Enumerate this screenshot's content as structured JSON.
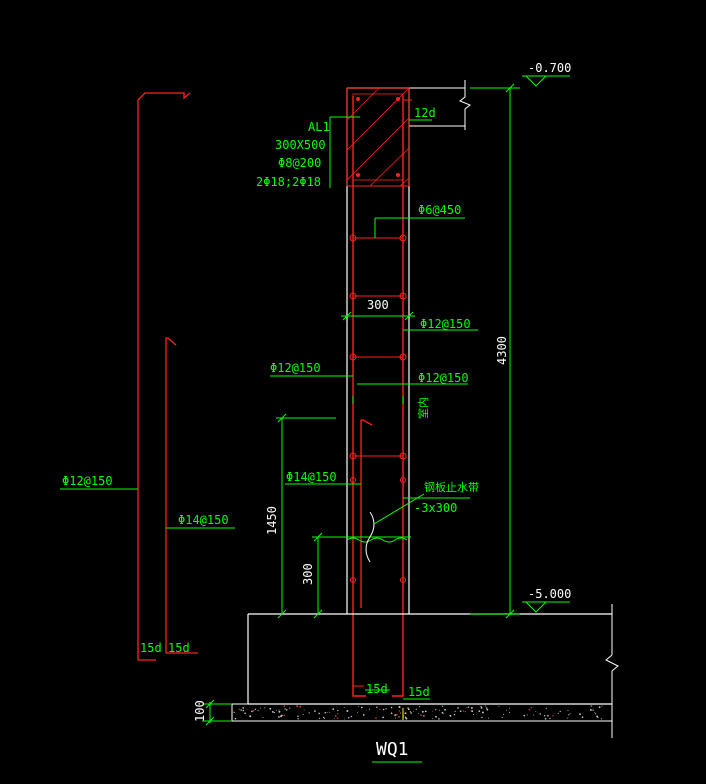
{
  "drawing": {
    "title": "WQ1",
    "colors": {
      "background": "#000000",
      "outline": "#ffffff",
      "rebar": "#ff2020",
      "dimension": "#00ff00",
      "hatch": "#ff2020",
      "yellow": "#ffff00"
    },
    "beam": {
      "name": "AL1",
      "size": "300X500",
      "stirrup": "Φ8@200",
      "bars": "2Φ18;2Φ18",
      "anchor": "12d"
    },
    "elevations": {
      "top": "-0.700",
      "bottom": "-5.000"
    },
    "dimensions": {
      "height": "4300",
      "wall_thickness": "300",
      "lower_height": "1450",
      "water_stop_height": "300",
      "foundation_cushion": "100"
    },
    "rebar": {
      "tie": "Φ6@450",
      "outer_vertical": "Φ12@150",
      "inner_horizontal": "Φ12@150",
      "outer_horizontal": "Φ12@150",
      "dowel": "Φ14@150",
      "detail_left": "Φ12@150",
      "detail_right": "Φ14@150"
    },
    "labels": {
      "indoor": "室内",
      "water_stop": "钢板止水带",
      "water_stop_size": "-3x300",
      "anchor_15d_a": "15d",
      "anchor_15d_b": "15d",
      "anchor_15d_c": "15d",
      "anchor_15d_d": "15d"
    }
  }
}
